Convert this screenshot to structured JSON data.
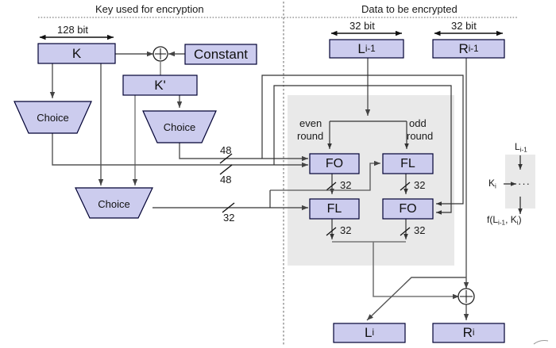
{
  "diagram": {
    "title_left": "Key used for encryption",
    "title_right": "Data to be encrypted",
    "colors": {
      "box_fill": "#ccccee",
      "box_stroke": "#000033",
      "shaded_region": "#e8e8e8",
      "line": "#555555",
      "text": "#111111",
      "divider": "#777777"
    }
  },
  "key_side": {
    "width_label": "128 bit",
    "k_box": "K",
    "constant_box": "Constant",
    "kprime_box": "K'",
    "xor_symbol": "⊕",
    "choice_1": "Choice",
    "choice_2": "Choice",
    "choice_3": "Choice",
    "bus_labels": {
      "fo_upper": "48",
      "fo_lower": "48",
      "fl_left": "32"
    }
  },
  "data_side": {
    "width_label_left": "32 bit",
    "width_label_right": "32 bit",
    "input_left": "L",
    "input_left_sub": "i-1",
    "input_right": "R",
    "input_right_sub": "i-1",
    "even_round_line1": "even",
    "even_round_line2": "round",
    "odd_round_line1": "odd",
    "odd_round_line2": "round",
    "fo_even": "FO",
    "fl_odd": "FL",
    "fl_even": "FL",
    "fo_odd": "FO",
    "bus_fo_even": "32",
    "bus_fl_odd": "32",
    "bus_fl_even": "32",
    "bus_fo_odd": "32",
    "xor_symbol": "⊕",
    "output_left": "L",
    "output_left_sub": "i",
    "output_right": "R",
    "output_right_sub": "i"
  },
  "legend": {
    "input": "L",
    "input_sub": "i-1",
    "key_in": "K",
    "key_in_sub": "i",
    "ellipsis": "···",
    "output": "f(L",
    "output_sub1": "i-1",
    "output_mid": ", K",
    "output_sub2": "i",
    "output_end": ")"
  }
}
